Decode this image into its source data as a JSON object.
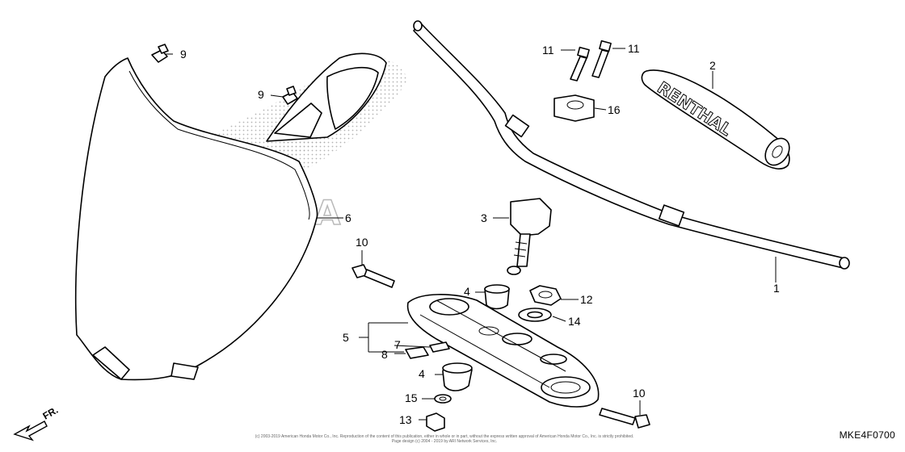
{
  "callouts": {
    "c1": "1",
    "c2": "2",
    "c3": "3",
    "c4a": "4",
    "c4b": "4",
    "c5": "5",
    "c6": "6",
    "c7": "7",
    "c8": "8",
    "c9a": "9",
    "c9b": "9",
    "c10a": "10",
    "c10b": "10",
    "c11a": "11",
    "c11b": "11",
    "c12": "12",
    "c13": "13",
    "c14": "14",
    "c15": "15",
    "c16": "16"
  },
  "watermark": {
    "brand": "HONDA"
  },
  "grip_pad_brand": "RENTHAL",
  "front_indicator": "FR.",
  "diagram_code": "MKE4F0700",
  "copyright_line1": "(c) 2003-2019 American Honda Motor Co., Inc. Reproduction of the content of this publication, either in whole or in part, without the express written approval of American Honda Motor Co., Inc. is strictly prohibited.",
  "copyright_line2": "Page design (c) 2004 - 2019 by ARI Network Services, Inc."
}
